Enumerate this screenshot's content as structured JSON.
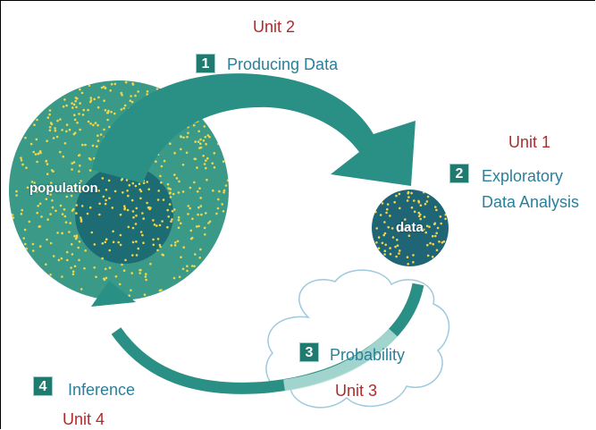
{
  "diagram": {
    "units": {
      "unit1": "Unit 1",
      "unit2": "Unit 2",
      "unit3": "Unit 3",
      "unit4": "Unit 4"
    },
    "steps": [
      {
        "number": "1",
        "label": "Producing Data"
      },
      {
        "number": "2",
        "label_line1": "Exploratory",
        "label_line2": "Data Analysis"
      },
      {
        "number": "3",
        "label": "Probability"
      },
      {
        "number": "4",
        "label": "Inference"
      }
    ],
    "circles": {
      "population": "population",
      "data": "data"
    }
  },
  "colors": {
    "unit_red": "#b22a2a",
    "step_teal": "#2a7f9a",
    "arrow_teal": "#2a8f84",
    "population_fill": "#3a9a87",
    "inner_fill": "#1d6b73",
    "data_fill": "#1f6575",
    "dot_yellow": "#f1d54a"
  }
}
